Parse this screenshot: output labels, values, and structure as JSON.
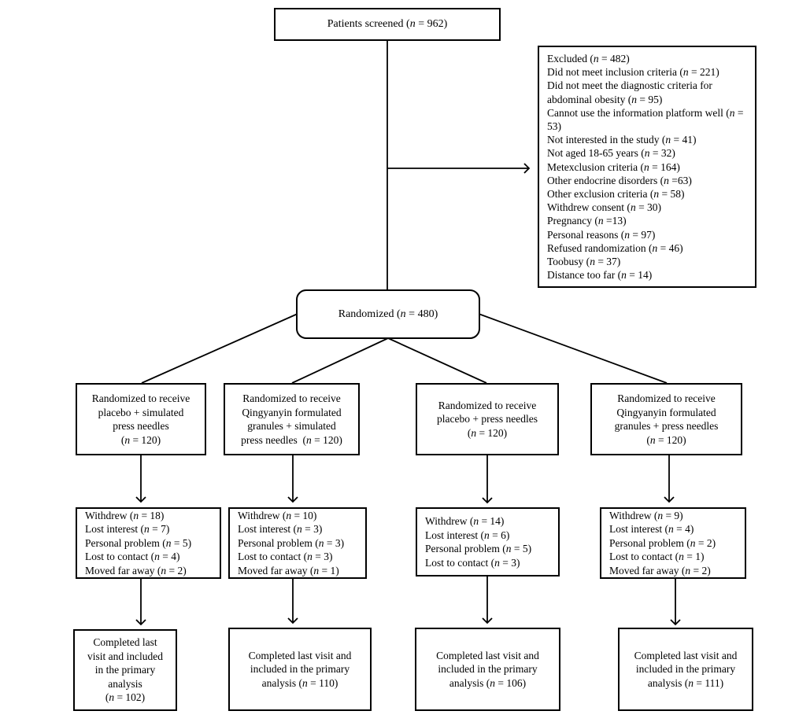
{
  "diagram": {
    "screened": "Patients screened (n = 962)",
    "randomized": "Randomized (n = 480)",
    "excluded_lines": [
      "Excluded (n = 482)",
      "Did not meet inclusion criteria (n = 221)",
      "Did not meet the diagnostic criteria for abdominal obesity (n = 95)",
      "Cannot use the information platform well (n = 53)",
      "Not interested in the study (n = 41)",
      "Not aged 18-65 years (n = 32)",
      "Metexclusion criteria (n = 164)",
      "Other endocrine disorders (n =63)",
      "Other exclusion criteria (n = 58)",
      "Withdrew consent (n = 30)",
      "Pregnancy (n =13)",
      "Personal reasons (n = 97)",
      "Refused randomization (n = 46)",
      "Toobusy (n = 37)",
      "Distance too far (n = 14)"
    ],
    "arms": [
      {
        "lines": [
          "Randomized to receive",
          "placebo + simulated",
          "press needles",
          "(n = 120)"
        ]
      },
      {
        "lines": [
          "Randomized to receive",
          "Qingyanyin formulated",
          "granules + simulated",
          "press needles  (n = 120)"
        ]
      },
      {
        "lines": [
          "Randomized to receive",
          "placebo + press needles",
          "(n = 120)"
        ]
      },
      {
        "lines": [
          "Randomized to receive",
          "Qingyanyin formulated",
          "granules + press needles",
          "(n = 120)"
        ]
      }
    ],
    "withdrawals": [
      {
        "lines": [
          "Withdrew (n = 18)",
          "Lost interest (n = 7)",
          "Personal problem (n = 5)",
          "Lost to contact (n = 4)",
          "Moved far away (n = 2)"
        ]
      },
      {
        "lines": [
          "Withdrew (n = 10)",
          "Lost interest (n = 3)",
          "Personal problem (n = 3)",
          "Lost to contact (n = 3)",
          "Moved far away (n = 1)"
        ]
      },
      {
        "lines": [
          "Withdrew (n = 14)",
          "Lost interest (n = 6)",
          "Personal problem (n = 5)",
          "Lost to contact (n = 3)"
        ]
      },
      {
        "lines": [
          "Withdrew (n = 9)",
          "Lost interest (n = 4)",
          "Personal problem (n = 2)",
          "Lost to contact (n = 1)",
          "Moved far away (n = 2)"
        ]
      }
    ],
    "completed": [
      {
        "lines": [
          "Completed last",
          "visit and included",
          "in the primary",
          "analysis",
          "(n = 102)"
        ]
      },
      {
        "lines": [
          "Completed last visit and",
          "included in the primary",
          "analysis (n = 110)"
        ]
      },
      {
        "lines": [
          "Completed last visit and",
          "included in the primary",
          "analysis (n = 106)"
        ]
      },
      {
        "lines": [
          "Completed last visit and",
          "included in the primary",
          "analysis (n = 111)"
        ]
      }
    ],
    "line_color": "#000000",
    "background_color": "#ffffff"
  }
}
